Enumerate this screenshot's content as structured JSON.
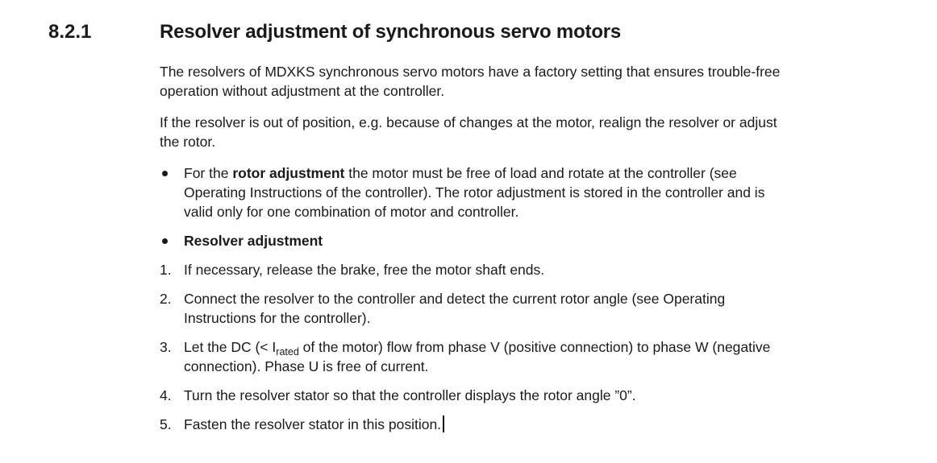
{
  "document": {
    "section_number": "8.2.1",
    "heading": "Resolver adjustment of synchronous servo motors",
    "text_color": "#1a1a1a",
    "background_color": "#ffffff",
    "paragraphs": [
      "The resolvers of MDXKS synchronous servo motors have a factory setting that ensures trouble-free\noperation without adjustment at the controller.",
      "If the resolver is out of position, e.g. because of changes at the motor, realign the resolver or adjust\nthe rotor."
    ],
    "bullets": [
      {
        "prefix": "For the ",
        "bold": "rotor adjustment",
        "suffix": " the motor must be free of load and rotate at the controller (see\nOperating Instructions of the controller). The rotor adjustment is stored in the controller and is\nvalid only for one combination of motor and controller."
      },
      {
        "prefix": "",
        "bold": "Resolver adjustment",
        "suffix": ""
      }
    ],
    "steps": [
      {
        "num": "1.",
        "text": "If necessary, release the brake, free the motor shaft ends."
      },
      {
        "num": "2.",
        "text": "Connect the resolver to the controller and detect the current rotor angle (see Operating\nInstructions for the controller)."
      },
      {
        "num": "3.",
        "pre": "Let the DC (< I",
        "sub": "rated",
        "post": " of the motor) flow from phase V (positive connection) to phase W (negative\nconnection). Phase U is free of current."
      },
      {
        "num": "4.",
        "text": "Turn the resolver stator so that the controller displays the rotor angle ”0”."
      },
      {
        "num": "5.",
        "text": "Fasten the resolver stator in this position."
      }
    ]
  }
}
